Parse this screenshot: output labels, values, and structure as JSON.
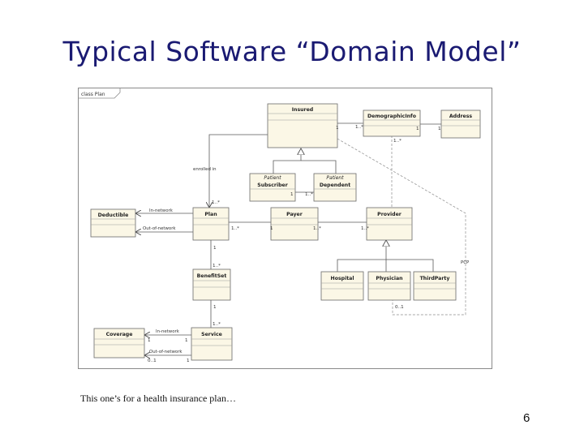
{
  "slide": {
    "title": "Typical Software “Domain Model”",
    "caption": "This one’s for a health insurance plan…",
    "page_number": "6"
  },
  "diagram": {
    "frame_label": "class Plan",
    "classes": {
      "insured": {
        "name": "Insured"
      },
      "demographic_info": {
        "name": "DemographicInfo"
      },
      "address": {
        "name": "Address"
      },
      "patient_subscriber": {
        "stereotype": "Patient",
        "name": "Subscriber"
      },
      "patient_dependent": {
        "stereotype": "Patient",
        "name": "Dependent"
      },
      "deductible": {
        "name": "Deductible"
      },
      "plan": {
        "name": "Plan"
      },
      "payer": {
        "name": "Payer"
      },
      "provider": {
        "name": "Provider"
      },
      "benefit_set": {
        "name": "BenefitSet"
      },
      "hospital": {
        "name": "Hospital"
      },
      "physician": {
        "name": "Physician"
      },
      "third_party": {
        "name": "ThirdParty"
      },
      "coverage": {
        "name": "Coverage"
      },
      "service": {
        "name": "Service"
      }
    },
    "roles": {
      "enrolled_in": "enrolled in",
      "in_network_plan": "In-network",
      "out_of_network_plan": "Out-of-network",
      "in_network_service": "In-network",
      "out_of_network_service": "Out-of-network",
      "pcp": "PCP"
    },
    "multiplicities": {
      "insured_demo": "1",
      "demo_insured": "1..*",
      "demo_address": "1",
      "address_demo": "1",
      "demo_provider": "1..*",
      "subscriber_dependent_1": "1",
      "subscriber_dependent_many": "1..*",
      "plan_enrolled": "1..*",
      "plan_payer": "1..*",
      "payer_plan": "1",
      "payer_provider": "1..*",
      "provider_payer": "1..*",
      "plan_benefit_1": "1",
      "plan_benefit_many": "1..*",
      "benefit_service_1": "1",
      "benefit_service_many": "1..*",
      "physician_pcp": "0..1",
      "service_in_1": "1",
      "service_in_2": "1",
      "service_out_01": "0..1",
      "service_out_1": "1"
    }
  }
}
